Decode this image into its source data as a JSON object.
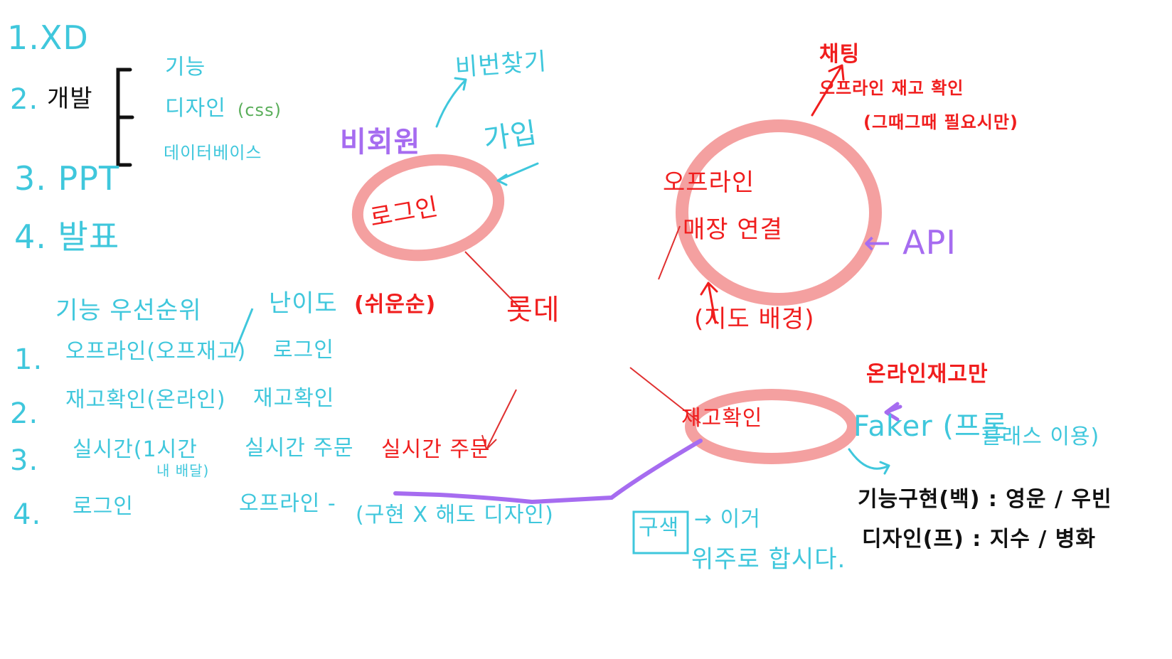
{
  "colors": {
    "cyan": "#3fc7dc",
    "red": "#f01e1e",
    "pink_circle": "#f4a0a0",
    "purple": "#a66cf0",
    "black": "#111111",
    "green": "#5aae5a"
  },
  "steps": {
    "s1": "1.XD",
    "s2_num": "2.",
    "s2_label": "개발",
    "s2_items": [
      "기능",
      "디자인",
      "데이터베이스"
    ],
    "s2_css": "(css)",
    "s3": "3. PPT",
    "s4": "4. 발표"
  },
  "priority": {
    "header_left": "기능 우선순위",
    "header_right": "난이도",
    "header_note": "(쉬운순)",
    "rows": [
      {
        "num": "1.",
        "left": "오프라인(오프재고)",
        "right": "로그인"
      },
      {
        "num": "2.",
        "left": "재고확인(온라인)",
        "right": "재고확인"
      },
      {
        "num": "3.",
        "left": "실시간(1시간",
        "left_sub": "내 배달)",
        "right": "실시간 주문"
      },
      {
        "num": "4.",
        "left": "로그인",
        "right": "오프라인 -"
      }
    ],
    "trailing": "(구현 X 해도 디자인)",
    "boxed": "구색",
    "arrow_text": "→ 이거",
    "closing": "위주로 합시다."
  },
  "mindmap": {
    "center": "롯데",
    "login": "로그인",
    "nonmember": "비회원",
    "passwd_search": "비번찾기",
    "signup": "가입",
    "offline_line1": "오프라인",
    "offline_line2": "매장 연결",
    "api": "← API",
    "map_bg": "(지도 배경)",
    "chat": "채팅",
    "chat_desc": "오프라인 재고 확인",
    "chat_sub": "(그때그때 필요시만)",
    "stock": "재고확인",
    "online_only": "온라인재고만",
    "faker": "Faker (프론",
    "faker_sub": "클래스 이용)",
    "realtime": "실시간 주문"
  },
  "roles": {
    "backend": "기능구현(백) : 영운 / 우빈",
    "frontend": "디자인(프) : 지수 / 병화"
  }
}
